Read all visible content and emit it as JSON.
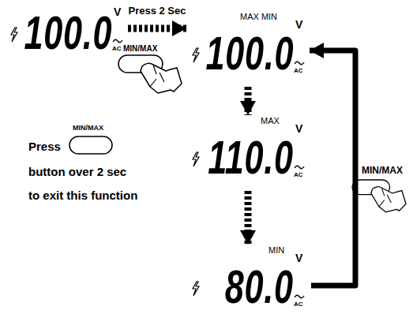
{
  "diagram": {
    "nodes": [
      {
        "text": [
          "100.0",
          "V",
          "AC"
        ]
      },
      {
        "text": [
          "MAX MIN",
          "V",
          "100.0",
          "AC"
        ]
      },
      {
        "text": [
          "MAX",
          "V",
          "110.0",
          "AC"
        ]
      },
      {
        "text": [
          "MIN",
          "V",
          "80.0",
          "AC"
        ]
      }
    ],
    "edges": [
      {
        "from": 0,
        "to": 1,
        "arrow": "to",
        "label": "Press 2 Sec"
      },
      {
        "from": 1,
        "to": 2,
        "arrow": "to"
      },
      {
        "from": 2,
        "to": 3,
        "arrow": "to"
      },
      {
        "from": 3,
        "to": 1,
        "arrow": "to"
      }
    ],
    "labels": [
      "MIN/MAX",
      "MIN/MAX",
      "Press",
      "button over 2 sec",
      "to exit this function",
      "MIN/MAX"
    ]
  }
}
